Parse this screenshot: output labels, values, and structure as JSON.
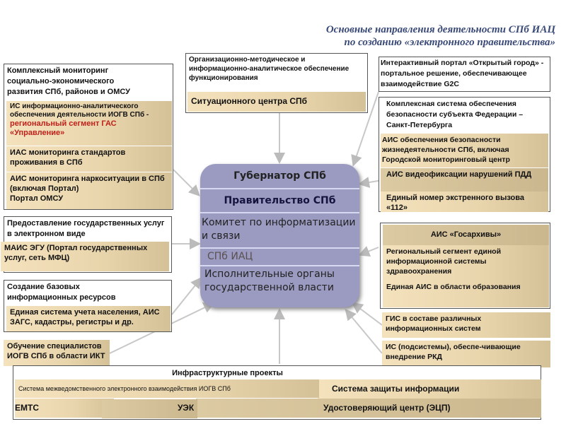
{
  "title": {
    "line1": "Основные направления деятельности СПб ИАЦ",
    "line2": "по созданию «электронного правительства»"
  },
  "center": {
    "governor": "Губернатор СПб",
    "government": "Правительство СПб",
    "committee": "Комитет по информатизации и связи",
    "iac": "СПб ИАЦ",
    "executive": "Исполнительные органы государственной власти"
  },
  "left": {
    "monitoring": {
      "header": "Комплексный мониторинг социально-экономического развития СПб, районов и ОМСУ",
      "is_black": "ИС информационно-аналитического обеспечения деятельности ИОГВ СПб -",
      "is_red": "региональный сегмент ГАС «Управление»",
      "ias": "ИАС мониторинга стандартов проживания в СПб",
      "ais_nark": "АИС мониторинга наркоситуации в СПб (включая Портал)",
      "portal": "Портал ОМСУ"
    },
    "services": {
      "header": "Предоставление государственных услуг в электронном виде",
      "mais": "МАИС ЭГУ (Портал государственных услуг, сеть МФЦ)"
    },
    "resources": {
      "header": "Создание базовых информационных ресурсов",
      "registry": "Единая система учета населения, АИС ЗАГС, кадастры, регистры и др."
    },
    "training": "Обучение специалистов ИОГВ СПб в области ИКТ"
  },
  "top": {
    "header": "Организационно-методическое и информационно-аналитическое обеспечение функционирования",
    "situation": "Ситуационного центра СПб"
  },
  "right": {
    "portal": "Интерактивный портал «Открытый город» - портальное решение, обеспечивающее взаимодействие G2C",
    "security": {
      "header": "Комплексная система обеспечения безопасности субъекта Федерации – Санкт-Петербурга",
      "ais_life": "АИС обеспечения безопасности жизнедеятельности СПб, включая Городской мониторинговый центр",
      "ais_video": "АИС видеофиксации нарушений ПДД",
      "emergency": "Единый номер экстренного вызова «112»"
    },
    "archives": {
      "header": "АИС «Госархивы»",
      "health": "Региональный сегмент единой информационной системы здравоохранения",
      "education": "Единая АИС в области образования"
    },
    "gis": "ГИС в составе различных информационных систем",
    "rkd": "ИС (подсистемы), обеспе-чивающие внедрение РКД"
  },
  "infra": {
    "header": "Инфраструктурные проекты",
    "smev": "Система межведомственного электронного взаимодействия ИОГВ СПб",
    "protection": "Система защиты информации",
    "emts": "ЕМТС",
    "uek": "УЭК",
    "ca": "Удостоверяющий центр (ЭЦП)"
  }
}
